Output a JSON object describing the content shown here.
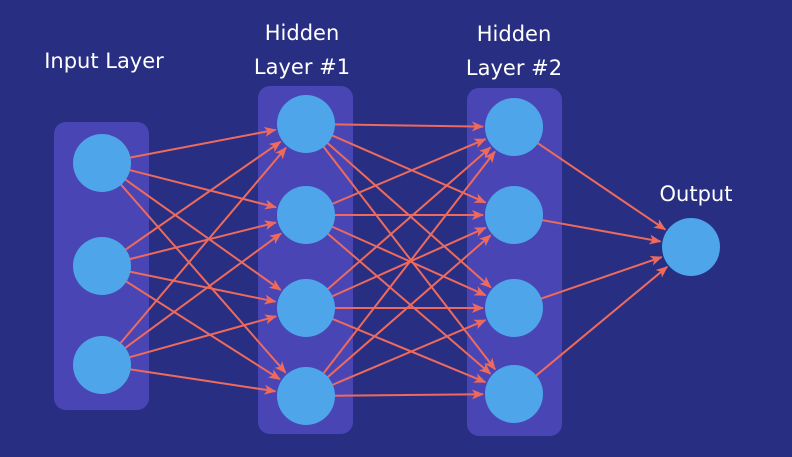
{
  "colors": {
    "background": "#282f82",
    "layer_panel": "#4a45b4",
    "node": "#4ea5ea",
    "connection": "#ee6a5c",
    "text": "#ffffff"
  },
  "layers": {
    "input": {
      "label": "Input Layer",
      "nodes": 3
    },
    "hidden1": {
      "label_line1": "Hidden",
      "label_line2": "Layer #1",
      "nodes": 4
    },
    "hidden2": {
      "label_line1": "Hidden",
      "label_line2": "Layer #2",
      "nodes": 4
    },
    "output": {
      "label": "Output",
      "nodes": 1
    }
  },
  "connections": "fully-connected"
}
